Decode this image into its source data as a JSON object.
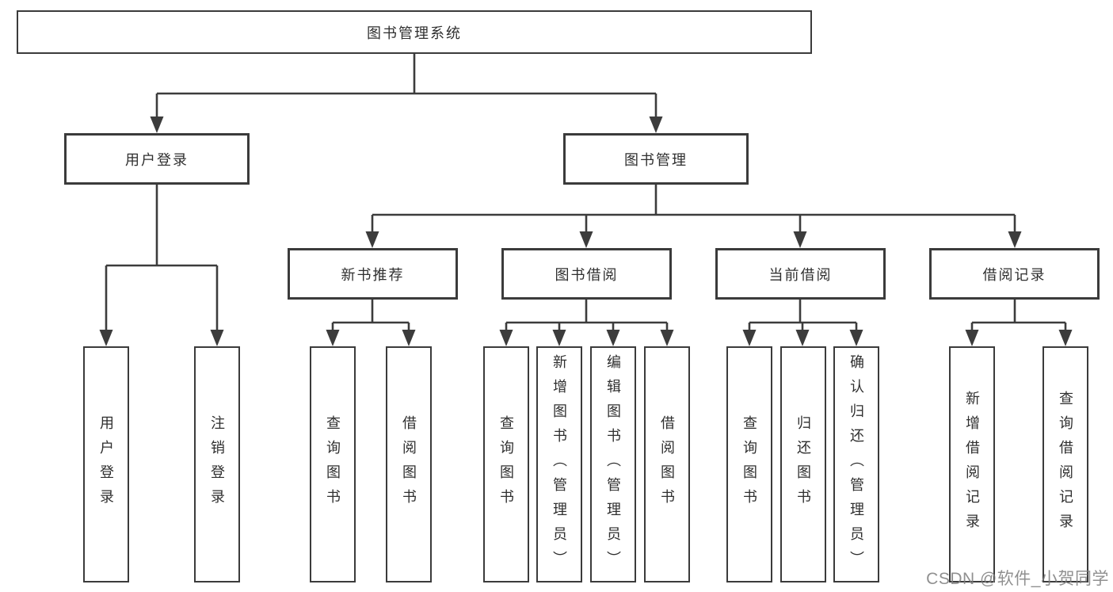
{
  "diagram": {
    "title": "图书管理系统",
    "nodes": {
      "root": "图书管理系统",
      "user_login": "用户登录",
      "book_mgmt": "图书管理",
      "user_login_action": "用户登录",
      "logout": "注销登录",
      "new_book_rec": "新书推荐",
      "book_borrow": "图书借阅",
      "current_borrow": "当前借阅",
      "borrow_record": "借阅记录",
      "nbr_query": "查询图书",
      "nbr_borrow": "借阅图书",
      "bb_query": "查询图书",
      "bb_add": "新增图书（管理员）",
      "bb_edit": "编辑图书（管理员）",
      "bb_borrow": "借阅图书",
      "cb_query": "查询图书",
      "cb_return": "归还图书",
      "cb_confirm": "确认归还（管理员）",
      "br_add": "新增借阅记录",
      "br_query": "查询借阅记录"
    },
    "hierarchy": {
      "图书管理系统": {
        "用户登录": [
          "用户登录",
          "注销登录"
        ],
        "图书管理": {
          "新书推荐": [
            "查询图书",
            "借阅图书"
          ],
          "图书借阅": [
            "查询图书",
            "新增图书（管理员）",
            "编辑图书（管理员）",
            "借阅图书"
          ],
          "当前借阅": [
            "查询图书",
            "归还图书",
            "确认归还（管理员）"
          ],
          "借阅记录": [
            "新增借阅记录",
            "查询借阅记录"
          ]
        }
      }
    },
    "colors": {
      "line": "#3c3c3c",
      "text": "#2f2f2f",
      "background": "#ffffff",
      "watermark": "#7d7d7d"
    },
    "watermark": "CSDN @软件_小贺同学"
  }
}
